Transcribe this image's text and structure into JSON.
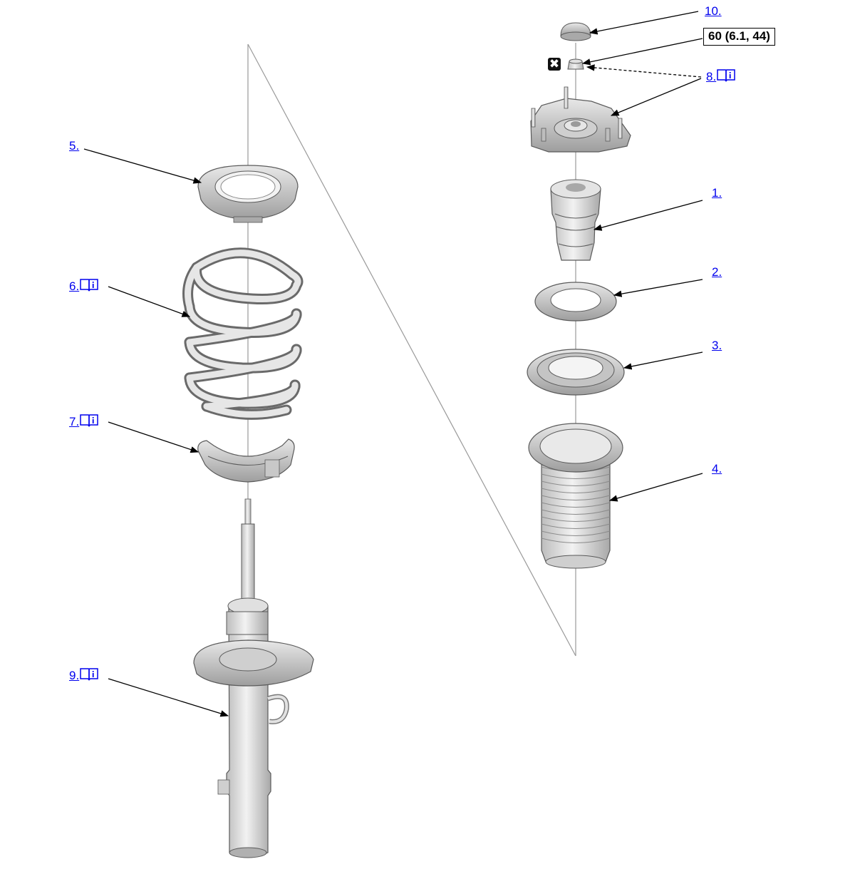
{
  "callouts": [
    {
      "id": "c10",
      "label": "10.",
      "has_info": false
    },
    {
      "id": "c8",
      "label": "8.",
      "has_info": true
    },
    {
      "id": "c1",
      "label": "1.",
      "has_info": false
    },
    {
      "id": "c2",
      "label": "2.",
      "has_info": false
    },
    {
      "id": "c3",
      "label": "3.",
      "has_info": false
    },
    {
      "id": "c4",
      "label": "4.",
      "has_info": false
    },
    {
      "id": "c5",
      "label": "5.",
      "has_info": false
    },
    {
      "id": "c6",
      "label": "6.",
      "has_info": true
    },
    {
      "id": "c7",
      "label": "7.",
      "has_info": true
    },
    {
      "id": "c9",
      "label": "9.",
      "has_info": true
    }
  ],
  "torque_spec": "60 (6.1, 44)",
  "discard_symbol": "✖",
  "icons": {
    "info": "book-info-icon",
    "discard": "discard-x-icon"
  },
  "colors": {
    "link": "#0000ee",
    "part_fill": "#d8d8d8",
    "part_stroke": "#5a5a5a",
    "leader": "#000000"
  }
}
